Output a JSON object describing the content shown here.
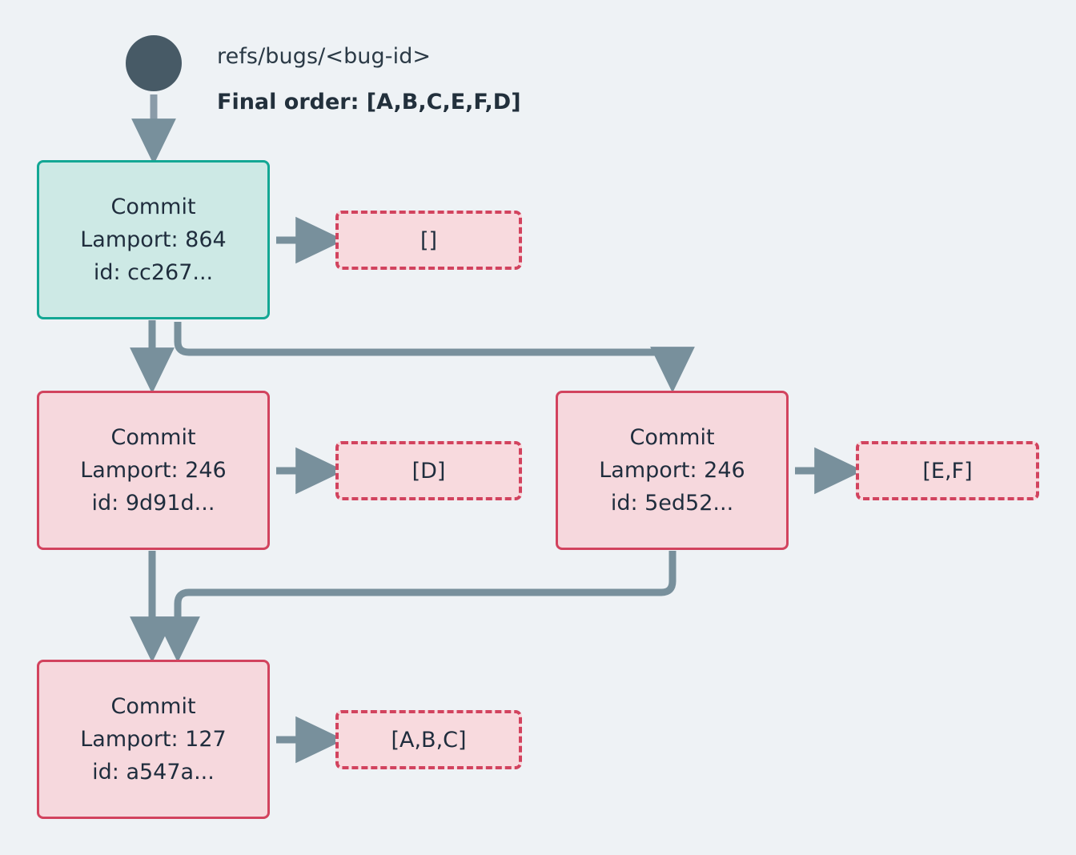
{
  "diagram": {
    "background_color": "#eef2f5",
    "root": {
      "icon": "root-circle",
      "ref_label": "refs/bugs/<bug-id>",
      "final_order_label": "Final order: [A,B,C,E,F,D]"
    },
    "colors": {
      "teal_fill": "#cde9e5",
      "teal_border": "#13a794",
      "pink_fill": "#f6d8dd",
      "pink_border": "#d2435e",
      "dashed_fill": "#f8dade",
      "dashed_border": "#d2435e",
      "edge": "#78909c",
      "root_dot": "#475a66",
      "text": "#1f2d3d"
    },
    "nodes": [
      {
        "id": "cc267",
        "kind": "commit",
        "style": "teal",
        "title": "Commit",
        "lamport": "Lamport: 864",
        "hash": "id: cc267...",
        "operations": "[]"
      },
      {
        "id": "9d91d",
        "kind": "commit",
        "style": "pink",
        "title": "Commit",
        "lamport": "Lamport: 246",
        "hash": "id: 9d91d...",
        "operations": "[D]"
      },
      {
        "id": "5ed52",
        "kind": "commit",
        "style": "pink",
        "title": "Commit",
        "lamport": "Lamport: 246",
        "hash": "id: 5ed52...",
        "operations": "[E,F]"
      },
      {
        "id": "a547a",
        "kind": "commit",
        "style": "pink",
        "title": "Commit",
        "lamport": "Lamport: 127",
        "hash": "id: a547a...",
        "operations": "[A,B,C]"
      }
    ],
    "edges": [
      {
        "from": "root",
        "to": "cc267",
        "shape": "straight"
      },
      {
        "from": "cc267",
        "to": "9d91d",
        "shape": "straight"
      },
      {
        "from": "cc267",
        "to": "5ed52",
        "shape": "elbow-right"
      },
      {
        "from": "cc267",
        "to": "op-cc267",
        "shape": "short-right"
      },
      {
        "from": "9d91d",
        "to": "a547a",
        "shape": "straight"
      },
      {
        "from": "9d91d",
        "to": "op-9d91d",
        "shape": "short-right"
      },
      {
        "from": "5ed52",
        "to": "a547a",
        "shape": "elbow-left"
      },
      {
        "from": "5ed52",
        "to": "op-5ed52",
        "shape": "short-right"
      },
      {
        "from": "a547a",
        "to": "op-a547a",
        "shape": "short-right"
      }
    ]
  }
}
